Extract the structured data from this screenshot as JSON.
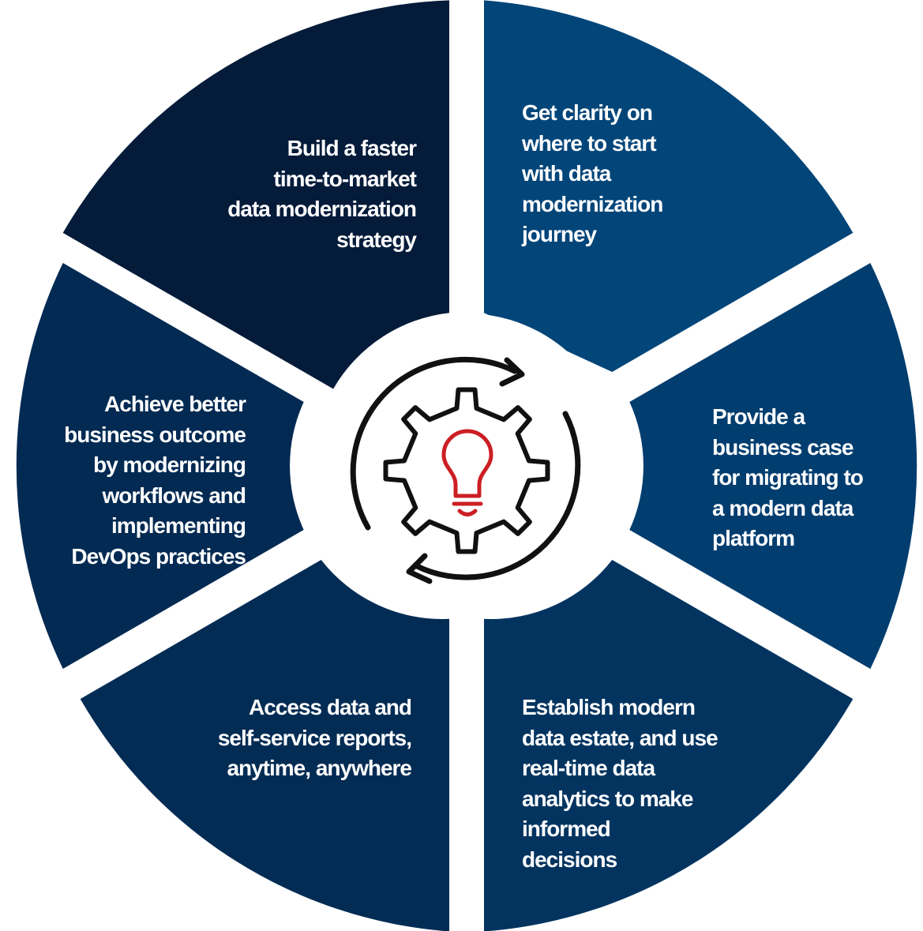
{
  "colors": {
    "background": "#ffffff",
    "text": "#ffffff",
    "segment_top_left": "#051b3a",
    "segment_top_right": "#024579",
    "segment_right": "#023d6f",
    "segment_bottom_right": "#033460",
    "segment_bottom_left": "#032c54",
    "segment_left": "#032a53",
    "icon_stroke": "#111111",
    "bulb_stroke": "#cc1f24"
  },
  "center_icon": {
    "icon": "gear-with-lightbulb-cycle-icon"
  },
  "segments": [
    {
      "id": "top-left",
      "text": "Build a faster\ntime-to-market\ndata modernization\nstrategy"
    },
    {
      "id": "top-right",
      "text": "Get clarity on\nwhere to start\nwith data\nmodernization\njourney"
    },
    {
      "id": "right",
      "text": "Provide a\nbusiness case\nfor migrating to\na modern data\nplatform"
    },
    {
      "id": "bottom-right",
      "text": "Establish modern\ndata estate, and use\nreal-time data\nanalytics to make\ninformed\ndecisions"
    },
    {
      "id": "bottom-left",
      "text": "Access data and\nself-service reports,\nanytime, anywhere"
    },
    {
      "id": "left",
      "text": "Achieve better\nbusiness outcome\nby modernizing\nworkflows and\nimplementing\nDevOps practices"
    }
  ]
}
